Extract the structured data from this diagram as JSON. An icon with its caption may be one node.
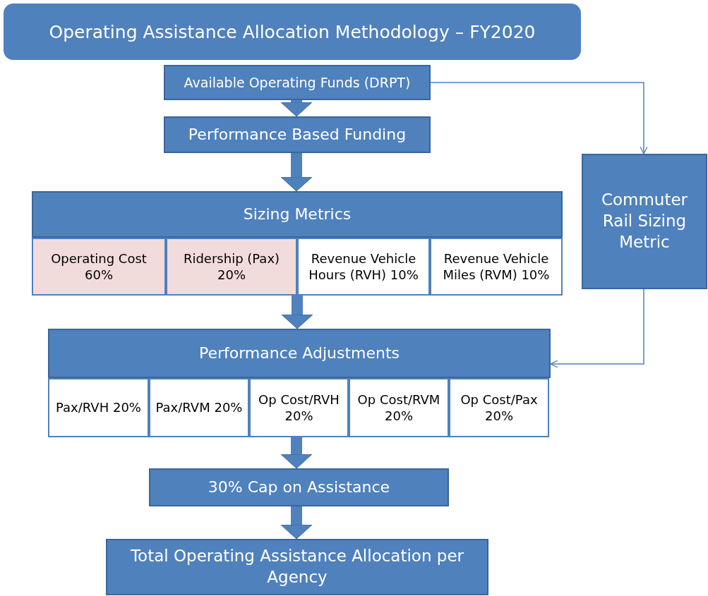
{
  "diagram": {
    "title": "Operating Assistance Allocation Methodology – FY2020",
    "nodes": [
      {
        "text": [
          "Available Operating Funds (DRPT)"
        ]
      },
      {
        "text": [
          "Performance Based Funding"
        ]
      },
      {
        "text": [
          "Sizing Metrics"
        ]
      },
      {
        "text": [
          "Operating Cost 60%"
        ]
      },
      {
        "text": [
          "Ridership (Pax) 20%"
        ]
      },
      {
        "text": [
          "Revenue Vehicle Hours (RVH) 10%"
        ]
      },
      {
        "text": [
          "Revenue Vehicle Miles (RVM) 10%"
        ]
      },
      {
        "text": [
          "Commuter Rail Sizing Metric"
        ]
      },
      {
        "text": [
          "Performance Adjustments"
        ]
      },
      {
        "text": [
          "Pax/RVH 20%"
        ]
      },
      {
        "text": [
          "Pax/RVM 20%"
        ]
      },
      {
        "text": [
          "Op Cost/RVH 20%"
        ]
      },
      {
        "text": [
          "Op Cost/RVM 20%"
        ]
      },
      {
        "text": [
          "Op Cost/Pax 20%"
        ]
      },
      {
        "text": [
          "30% Cap on Assistance"
        ]
      },
      {
        "text": [
          "Total Operating Assistance Allocation per Agency"
        ]
      }
    ],
    "edges": [
      {
        "from": 0,
        "to": 1,
        "arrow": "to"
      },
      {
        "from": 1,
        "to": 2,
        "arrow": "to"
      },
      {
        "from": 5,
        "to": 8,
        "arrow": "to"
      },
      {
        "from": 11,
        "to": 14,
        "arrow": "to"
      },
      {
        "from": 14,
        "to": 15,
        "arrow": "to"
      },
      {
        "from": 0,
        "to": 7,
        "arrow": "to"
      },
      {
        "from": 7,
        "to": 8,
        "arrow": "to"
      }
    ]
  }
}
